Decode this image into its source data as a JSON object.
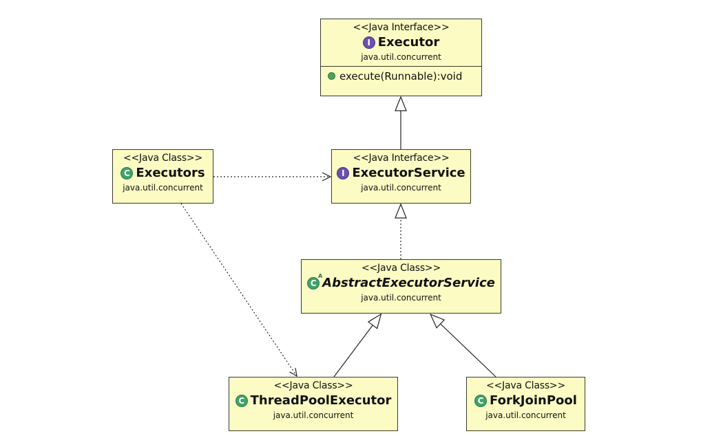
{
  "diagram": {
    "nodes": [
      {
        "id": "executor",
        "stereotype": "<<Java Interface>>",
        "kind": "interface",
        "badge": "I",
        "name": "Executor",
        "package": "java.util.concurrent",
        "methods": [
          "execute(Runnable):void"
        ]
      },
      {
        "id": "executor-service",
        "stereotype": "<<Java Interface>>",
        "kind": "interface",
        "badge": "I",
        "name": "ExecutorService",
        "package": "java.util.concurrent"
      },
      {
        "id": "executors",
        "stereotype": "<<Java Class>>",
        "kind": "class",
        "badge": "C",
        "name": "Executors",
        "package": "java.util.concurrent"
      },
      {
        "id": "abstract-executor-service",
        "stereotype": "<<Java Class>>",
        "kind": "abstract class",
        "badge": "C",
        "name": "AbstractExecutorService",
        "package": "java.util.concurrent"
      },
      {
        "id": "thread-pool-executor",
        "stereotype": "<<Java Class>>",
        "kind": "class",
        "badge": "C",
        "name": "ThreadPoolExecutor",
        "package": "java.util.concurrent"
      },
      {
        "id": "fork-join-pool",
        "stereotype": "<<Java Class>>",
        "kind": "class",
        "badge": "C",
        "name": "ForkJoinPool",
        "package": "java.util.concurrent"
      }
    ],
    "edges": [
      {
        "from": "executor-service",
        "to": "executor",
        "type": "generalization",
        "line": "solid"
      },
      {
        "from": "abstract-executor-service",
        "to": "executor-service",
        "type": "realization",
        "line": "dotted"
      },
      {
        "from": "executors",
        "to": "executor-service",
        "type": "dependency",
        "line": "dotted"
      },
      {
        "from": "executors",
        "to": "thread-pool-executor",
        "type": "dependency",
        "line": "dotted"
      },
      {
        "from": "thread-pool-executor",
        "to": "abstract-executor-service",
        "type": "generalization",
        "line": "solid"
      },
      {
        "from": "fork-join-pool",
        "to": "abstract-executor-service",
        "type": "generalization",
        "line": "solid"
      }
    ],
    "colors": {
      "box_fill": "#fbfbc3",
      "border": "#3a3a2a",
      "interface_badge": "#6d4fb0",
      "class_badge": "#3ea36a",
      "method_dot": "#4fa35b"
    },
    "icons": {
      "interface": "interface-badge-icon",
      "class": "class-badge-icon",
      "abstract": "abstract-class-badge-icon",
      "method": "public-method-icon"
    }
  }
}
